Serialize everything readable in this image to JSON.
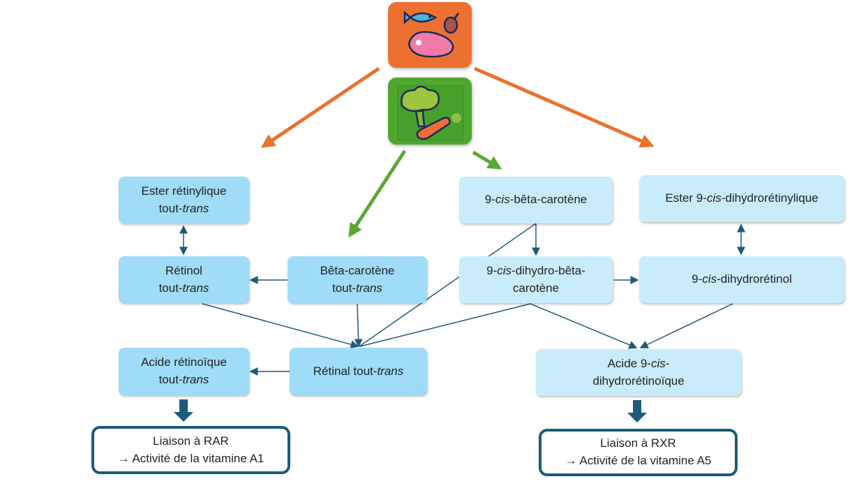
{
  "colors": {
    "meat_tile": "#ec7131",
    "veg_tile": "#4ea72e",
    "box_dark": "#9fdcf7",
    "box_light": "#c9ecfa",
    "line": "#1f5a78",
    "arrow_orange": "#e8722e",
    "arrow_green": "#5aa832"
  },
  "icons": {
    "meat": "fish-steak-drumstick-icon",
    "veg": "broccoli-carrot-icon"
  },
  "nodes": {
    "ester_retinylique": {
      "l1": "Ester rétinylique",
      "l2a": "tout-",
      "l2b": "trans"
    },
    "retinol": {
      "l1": "Rétinol",
      "l2a": "tout-",
      "l2b": "trans"
    },
    "beta_carotene": {
      "l1": "Bêta-carotène",
      "l2a": "tout-",
      "l2b": "trans"
    },
    "cis_beta_carotene": {
      "a": "9-",
      "b": "cis",
      "c": "-bêta-carotène"
    },
    "ester_cis_dihydro": {
      "a": "Ester 9-",
      "b": "cis",
      "c": "-dihydrorétinylique"
    },
    "cis_dihydro_beta_carotene": {
      "a": "9-",
      "b": "cis",
      "c": "-dihydro-bêta-",
      "l2": "carotène"
    },
    "cis_dihydroretinol": {
      "a": "9-",
      "b": "cis",
      "c": "-dihydrorétinol"
    },
    "acide_retinoique": {
      "l1": "Acide rétinoïque",
      "l2a": "tout-",
      "l2b": "trans"
    },
    "retinal": {
      "a": "Rétinal tout-",
      "b": "trans"
    },
    "acide_cis_dihydroretinoique": {
      "a": "Acide 9-",
      "b": "cis",
      "c": "-",
      "l2": "dihydrorétinoïque"
    }
  },
  "outcomes": {
    "rar": {
      "l1": "Liaison à RAR",
      "l2": "→ Activité de la vitamine A1"
    },
    "rxr": {
      "l1": "Liaison à RXR",
      "l2": "→ Activité de la vitamine A5"
    }
  }
}
